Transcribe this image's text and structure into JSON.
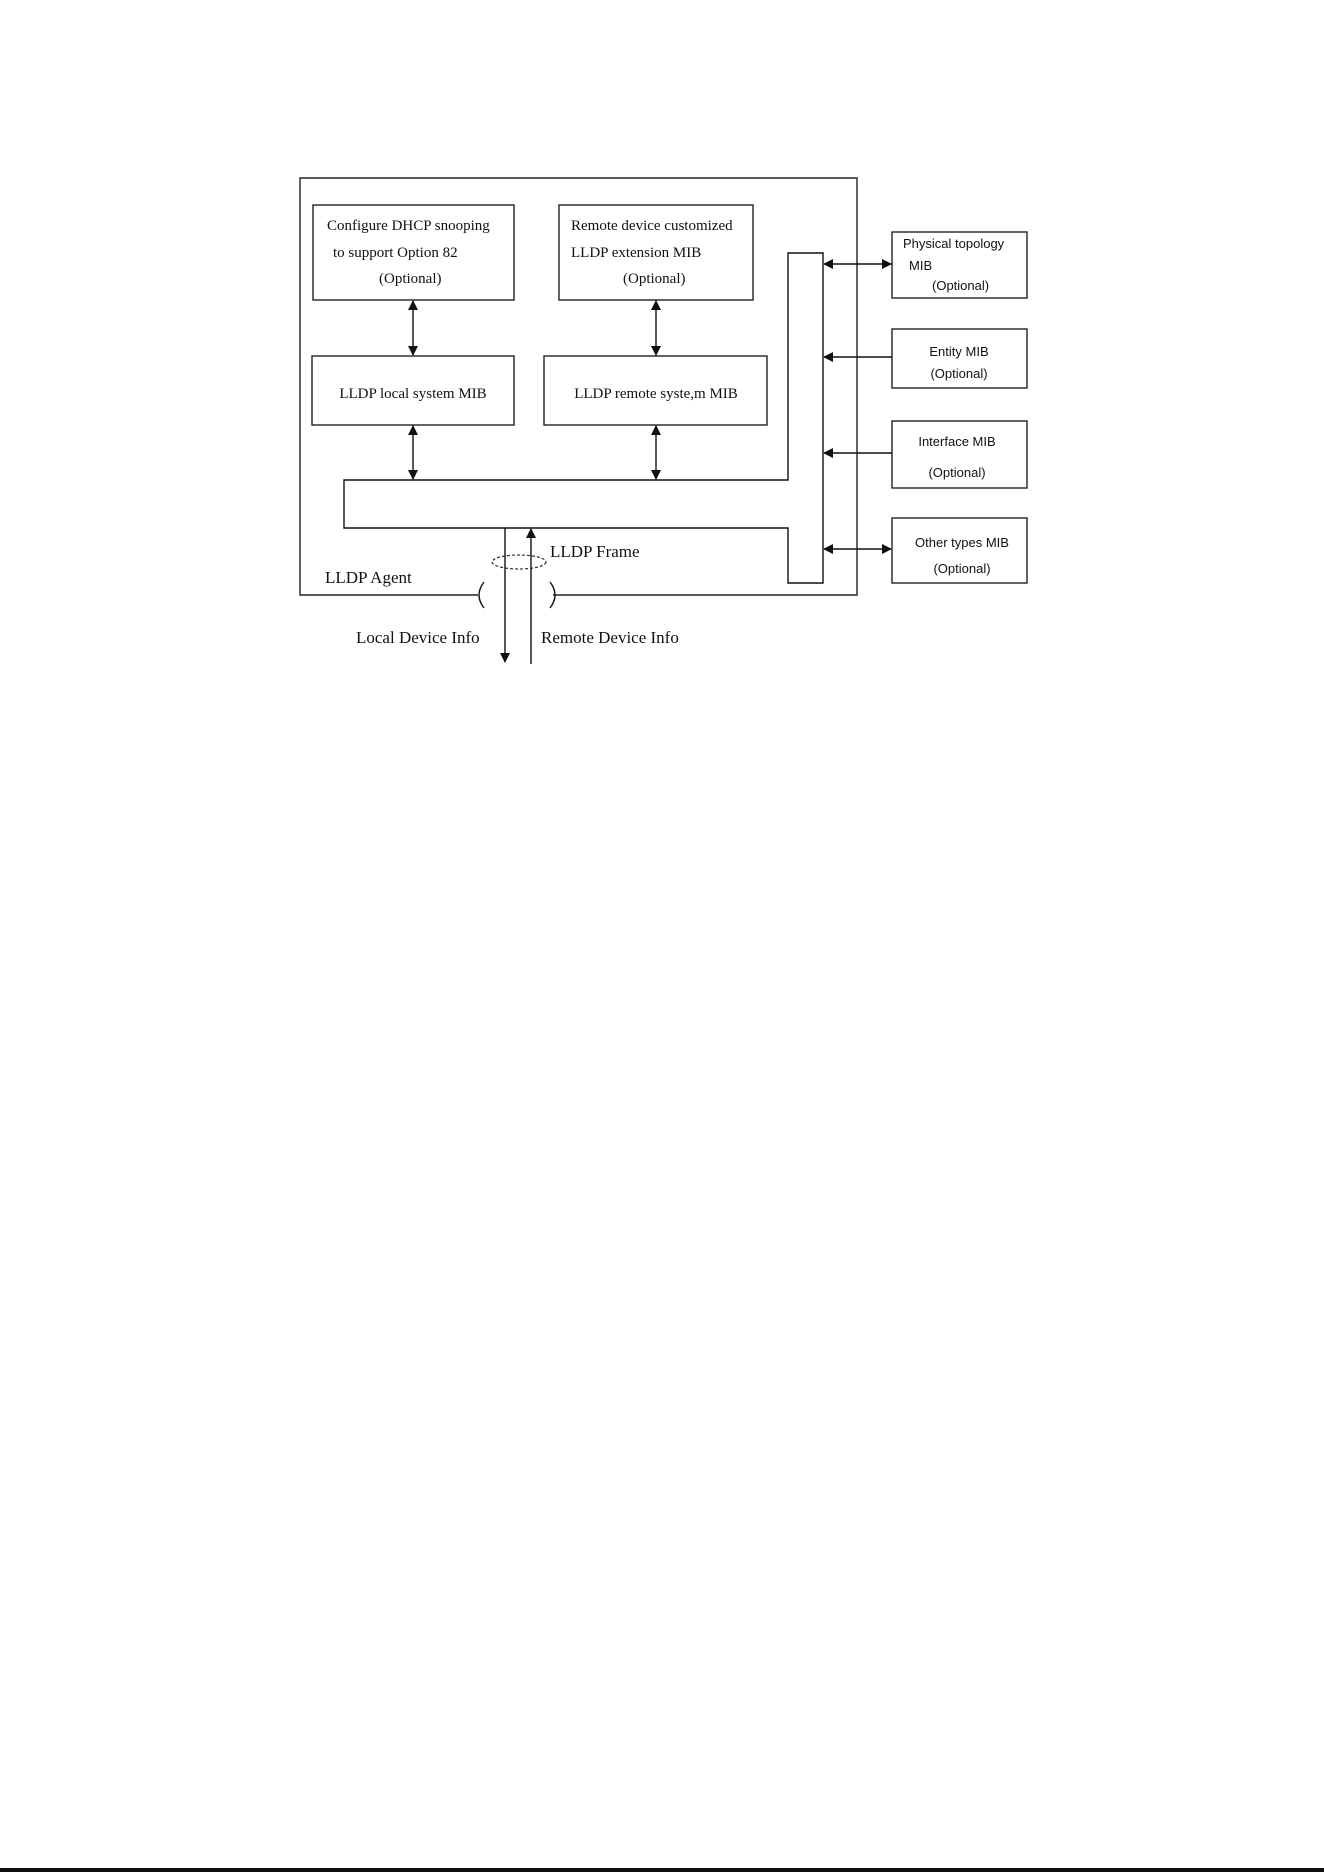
{
  "diagram": {
    "agent_label": "LLDP Agent",
    "frame_label": "LLDP Frame",
    "local_device_info": "Local Device Info",
    "remote_device_info": "Remote Device Info",
    "dhcp_box": {
      "line1": "Configure DHCP snooping",
      "line2": "to support Option 82",
      "line3": "(Optional)"
    },
    "remote_ext_box": {
      "line1": "Remote device customized",
      "line2": "LLDP extension MIB",
      "line3": "(Optional)"
    },
    "local_mib": "LLDP local system MIB",
    "remote_mib": "LLDP remote syste,m MIB",
    "physical_topology": {
      "line1": "Physical topology",
      "line2": "MIB",
      "line3": "(Optional)"
    },
    "entity_mib": {
      "line1": "Entity MIB",
      "line2": "(Optional)"
    },
    "interface_mib": {
      "line1": "Interface MIB",
      "line2": "(Optional)"
    },
    "other_types_mib": {
      "line1": "Other types MIB",
      "line2": "(Optional)"
    }
  }
}
